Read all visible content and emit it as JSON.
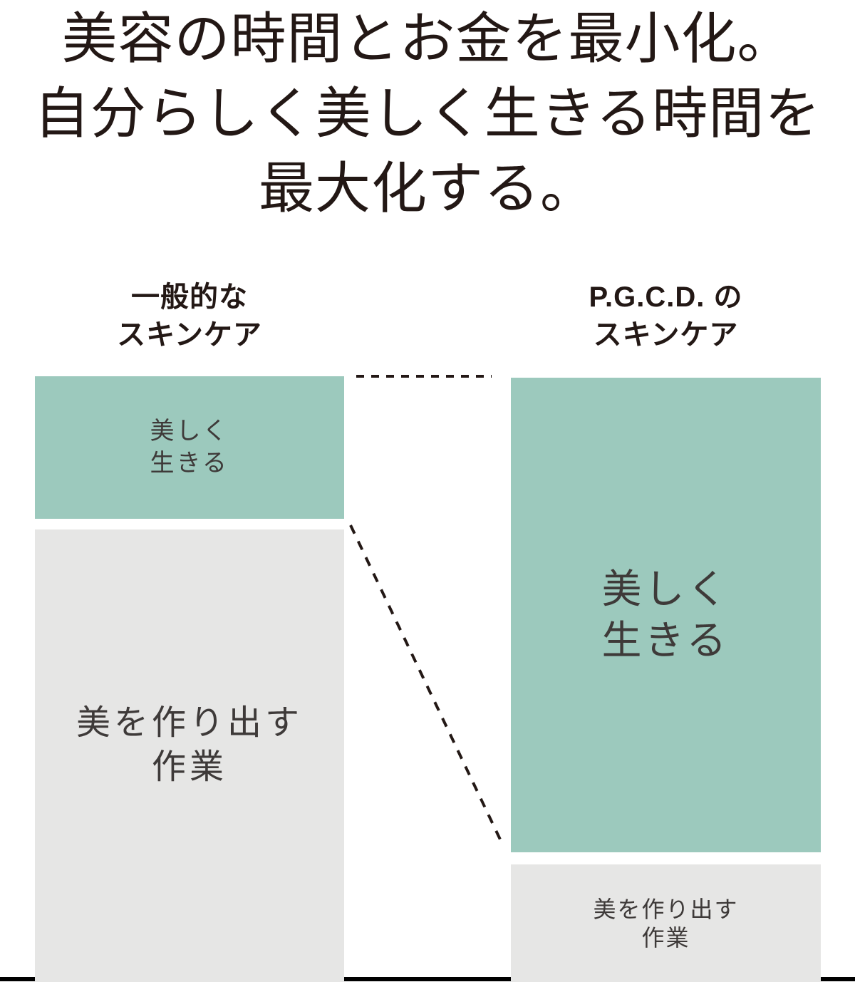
{
  "headline": {
    "text": "美容の時間とお金を最小化。\n自分らしく美しく生きる時間を\n最大化する。"
  },
  "comparison": {
    "left": {
      "header": "一般的な\nスキンケア",
      "beauty_label": "美しく\n生きる",
      "work_label": "美を作り出す\n作業"
    },
    "right": {
      "header": "P.G.C.D. の\nスキンケア",
      "beauty_label": "美しく\n生きる",
      "work_label": "美を作り出す\n作業"
    }
  },
  "colors": {
    "beauty_living_block": "#9cc9bd",
    "beauty_work_block": "#e6e6e5",
    "headline_text": "#231815",
    "block_text": "#3e3a39",
    "dashed_connector": "#231815",
    "bottom_bar": "#000000"
  }
}
